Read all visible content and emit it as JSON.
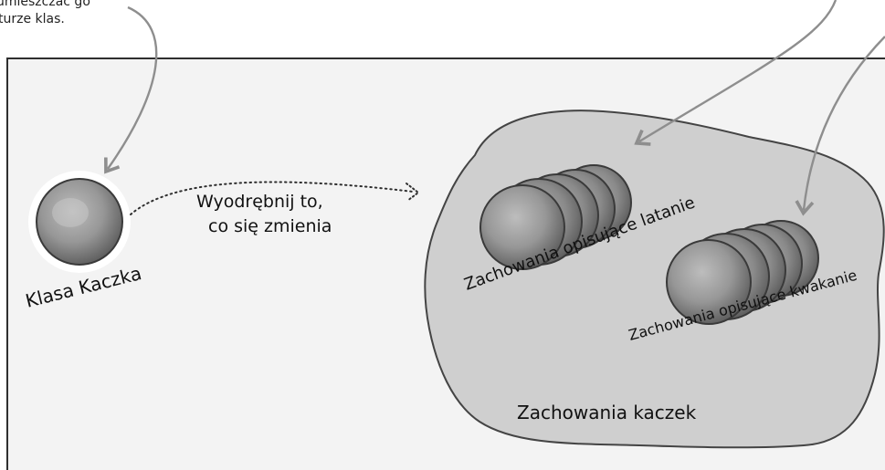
{
  "top_note": {
    "line1": "umieszczać go",
    "line2": "turze klas."
  },
  "labels": {
    "duck_class": "Klasa Kaczka",
    "extract": {
      "line1": "Wyodrębnij to,",
      "line2": "co się zmienia"
    },
    "flying": "Zachowania opisujące latanie",
    "quacking": "Zachowania opisujące kwakanie",
    "duck_behaviors": "Zachowania kaczek"
  },
  "icons": {
    "duck_class": "gray-sphere-icon",
    "flying": "stacked-discs-icon",
    "quacking": "stacked-discs-icon"
  },
  "colors": {
    "panel_fill": "#f3f3f3",
    "panel_border": "#2f2f2f",
    "cloud_fill": "#cfcfcf",
    "arrow": "#8e8e8e",
    "disc": "#9a9a9a"
  }
}
